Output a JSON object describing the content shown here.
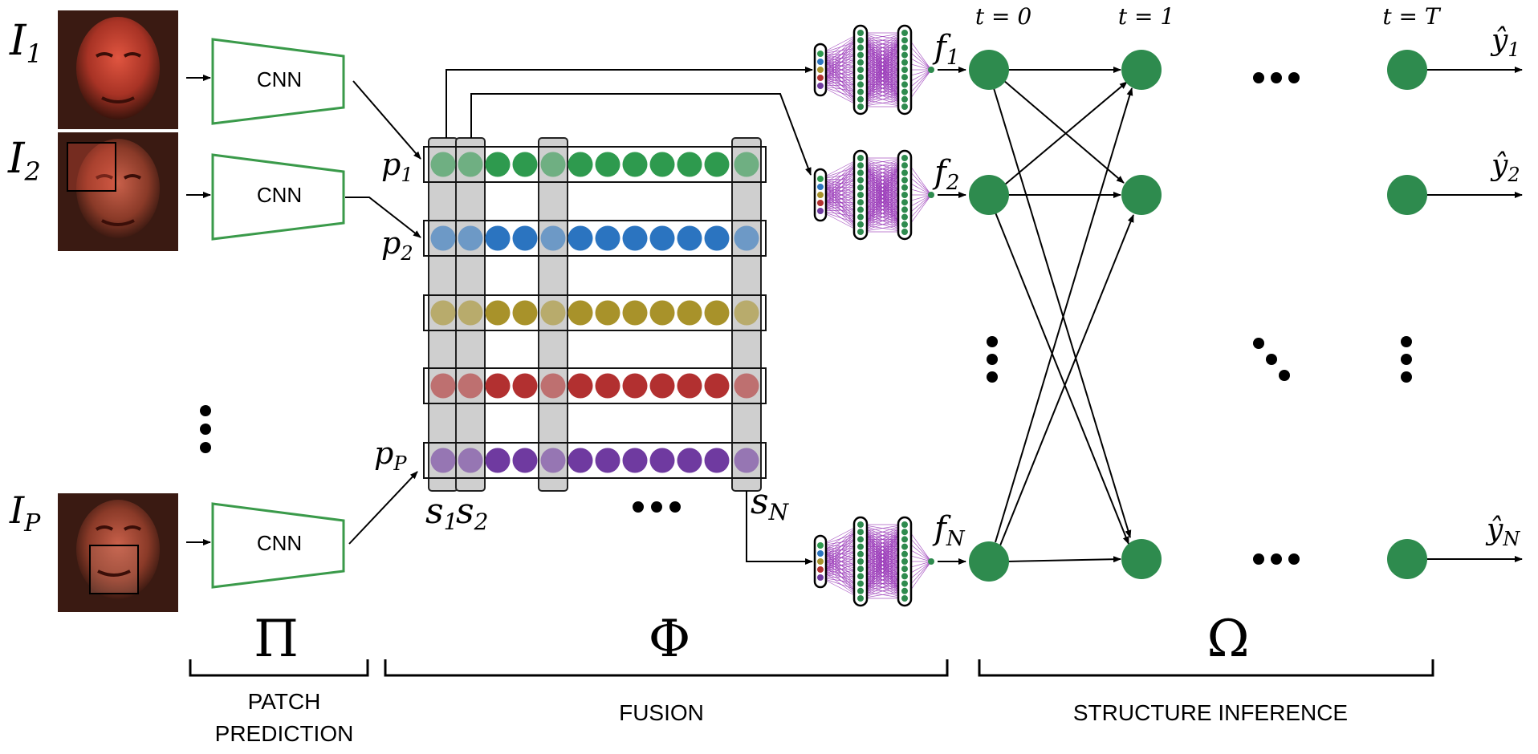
{
  "inputs": [
    {
      "label": "I",
      "sub": "1"
    },
    {
      "label": "I",
      "sub": "2"
    },
    {
      "label": "I",
      "sub": "P"
    }
  ],
  "cnn_label": "CNN",
  "patch_labels": [
    {
      "label": "p",
      "sub": "1"
    },
    {
      "label": "p",
      "sub": "2"
    },
    {
      "label": "p",
      "sub": "P"
    }
  ],
  "row_colors": [
    "#2e9a4e",
    "#2b74c0",
    "#a8922a",
    "#b23030",
    "#6f3aa0"
  ],
  "slice_labels": [
    {
      "label": "s",
      "sub": "1"
    },
    {
      "label": "s",
      "sub": "2"
    },
    {
      "label": "s",
      "sub": "N"
    }
  ],
  "feature_labels": [
    {
      "label": "f",
      "sub": "1"
    },
    {
      "label": "f",
      "sub": "2"
    },
    {
      "label": "f",
      "sub": "N"
    }
  ],
  "time_labels": [
    "t = 0",
    "t = 1",
    "t = T"
  ],
  "output_labels": [
    {
      "label": "ŷ",
      "sub": "1"
    },
    {
      "label": "ŷ",
      "sub": "2"
    },
    {
      "label": "ŷ",
      "sub": "N"
    }
  ],
  "stages": [
    {
      "symbol": "Π",
      "caption_lines": [
        "PATCH",
        "PREDICTION"
      ]
    },
    {
      "symbol": "Φ",
      "caption_lines": [
        "FUSION"
      ]
    },
    {
      "symbol": "Ω",
      "caption_lines": [
        "STRUCTURE INFERENCE"
      ]
    }
  ],
  "colors": {
    "node_green": "#2e8b4e",
    "cnn_border": "#3a9a4a",
    "mlp_edge": "#9a3ab8"
  }
}
